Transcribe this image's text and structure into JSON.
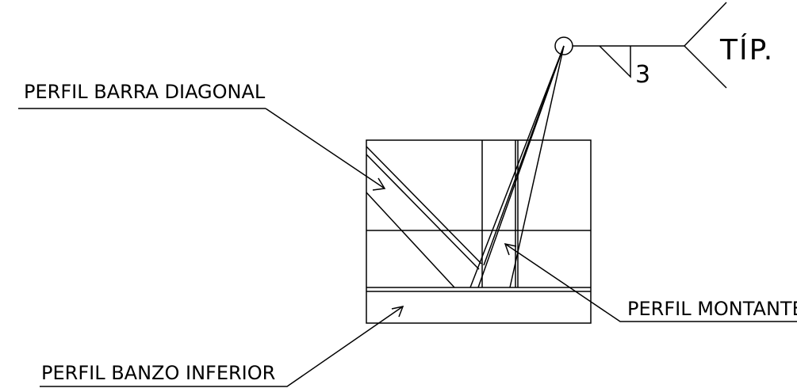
{
  "labels": {
    "diagonal": "PERFIL BARRA DIAGONAL",
    "montante": "PERFIL MONTANTE",
    "banzo": "PERFIL BANZO INFERIOR"
  },
  "weld": {
    "size": "3",
    "tail_note": "TÍP."
  }
}
